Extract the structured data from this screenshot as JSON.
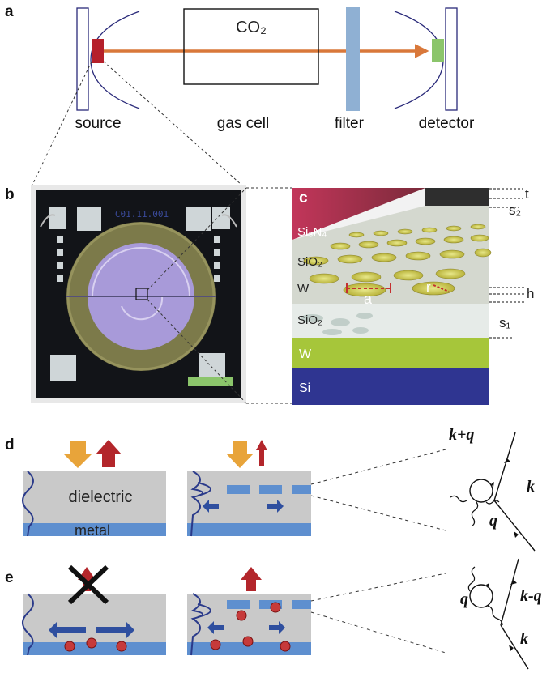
{
  "panels": {
    "a": {
      "label": "a",
      "cell_text": "CO₂",
      "components": [
        "source",
        "gas cell",
        "filter",
        "detector"
      ]
    },
    "b": {
      "label": "b",
      "chip_marking": "C01.11.001"
    },
    "c": {
      "label": "c",
      "layers": [
        "Si₃N₄",
        "SiO₂",
        "W",
        "SiO₂",
        "W",
        "Si"
      ],
      "dims": [
        "t",
        "s₂",
        "h",
        "s₁"
      ],
      "lattice": [
        "a",
        "r"
      ]
    },
    "d": {
      "label": "d",
      "dielectric": "dielectric",
      "metal": "metal",
      "feynman": [
        "k+q",
        "k",
        "q"
      ]
    },
    "e": {
      "label": "e",
      "feynman": [
        "q",
        "k-q",
        "k"
      ]
    }
  },
  "colors": {
    "source": "#b5202a",
    "beam": "#d9783a",
    "filter": "#8fb0d3",
    "detector": "#8bc56b",
    "dielectric": "#c9c9c9",
    "metal": "#5e8fcf",
    "arrow_down": "#e8a43a",
    "arrow_up": "#b3262b",
    "blue_arrow": "#2f4f9f",
    "wave": "#2a3a8a"
  }
}
